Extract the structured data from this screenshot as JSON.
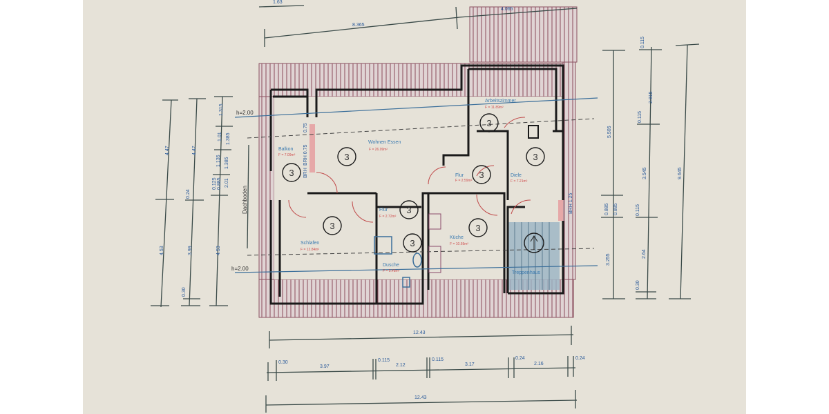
{
  "plan": {
    "rooms": [
      {
        "name": "Balkon",
        "area": "F = 7.09m²"
      },
      {
        "name": "Wohnen Essen",
        "area": "F = 26.09m²"
      },
      {
        "name": "Arbeitszimmer",
        "area": "F = 11.89m²"
      },
      {
        "name": "Flur",
        "area": "F = 2.59m²"
      },
      {
        "name": "Diele",
        "area": "F = 7.21m²"
      },
      {
        "name": "Flur",
        "area": "F = 2.72m²"
      },
      {
        "name": "Schlafen",
        "area": "F = 12.84m²"
      },
      {
        "name": "Dusche",
        "area": "F = 5.48m²"
      },
      {
        "name": "Küche",
        "area": "F = 10.69m²"
      },
      {
        "name": "Treppenhaus",
        "area": ""
      }
    ],
    "marker": "3",
    "level_labels": [
      "h=2.00",
      "h=2.00"
    ],
    "dachboden": "Dachboden",
    "window_labels": [
      "0.75",
      "BRH 0.75",
      "BRH",
      "BRH 1.25"
    ],
    "dims_top": [
      "1.63",
      "8.365",
      "4.065"
    ],
    "dims_left1": [
      "4.47",
      "4.53"
    ],
    "dims_left2": [
      "4.47",
      "0.24",
      "3.99",
      "0.30"
    ],
    "dims_left3": [
      "1.315",
      "1.01",
      "1.385",
      "1.135",
      "1.385",
      "0.125",
      "0.885",
      "2.01",
      "4.53"
    ],
    "dims_right1": [
      "5.505",
      "0.885",
      "0.885",
      "3.255"
    ],
    "dims_right2": [
      "0.115",
      "2.815",
      "0.115",
      "3.545",
      "0.115",
      "2.64",
      "0.30"
    ],
    "dims_right3": [
      "9.645"
    ],
    "dims_bottom1": [
      "12.43"
    ],
    "dims_bottom2": [
      "0.30",
      "3.97",
      "0.115",
      "2.12",
      "0.115",
      "3.17",
      "0.24",
      "2.16",
      "0.24"
    ],
    "dims_bottom3": [
      "12.43"
    ]
  },
  "colors": {
    "paper": "#e6e2d8",
    "wall": "#1a1a1a",
    "room_label": "#3a7ab0",
    "area_label": "#d05050",
    "stair": "#9ab4c4"
  }
}
